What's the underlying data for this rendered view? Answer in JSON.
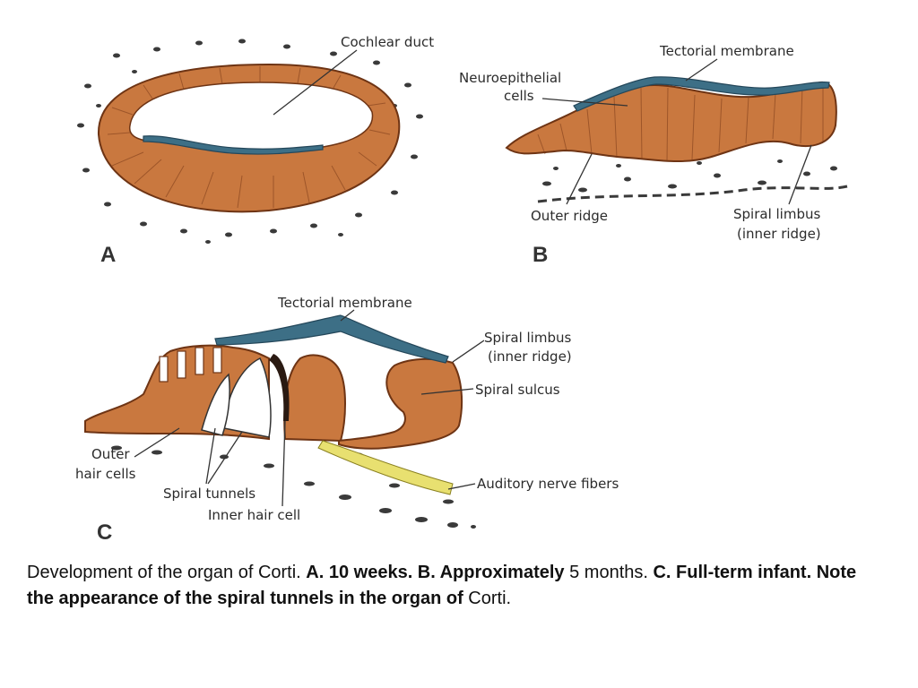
{
  "labels": {
    "a_cochlear_duct": "Cochlear duct",
    "b_tectorial_membrane": "Tectorial membrane",
    "b_neuroepithelial_1": "Neuroepithelial",
    "b_neuroepithelial_2": "cells",
    "b_outer_ridge": "Outer ridge",
    "b_spiral_limbus_1": "Spiral limbus",
    "b_spiral_limbus_2": "(inner ridge)",
    "c_tectorial_membrane": "Tectorial membrane",
    "c_spiral_limbus_1": "Spiral limbus",
    "c_spiral_limbus_2": "(inner ridge)",
    "c_spiral_sulcus": "Spiral sulcus",
    "c_outer_hair_cells_1": "Outer",
    "c_outer_hair_cells_2": "hair cells",
    "c_spiral_tunnels": "Spiral tunnels",
    "c_inner_hair_cell": "Inner hair cell",
    "c_auditory_nerve": "Auditory nerve fibers"
  },
  "panels": {
    "a": "A",
    "b": "B",
    "c": "C"
  },
  "caption": {
    "p1": "Development of the organ of Corti. ",
    "p2": "A. 10 weeks. B. Approximately",
    "p3": " 5 months. ",
    "p4": "C. Full-term infant. Note the appearance of the spiral tunnels in the organ of",
    "p5": " Corti."
  },
  "colors": {
    "tissue": "#c9783f",
    "membrane": "#3d6f86",
    "nerve": "#e8e070"
  }
}
